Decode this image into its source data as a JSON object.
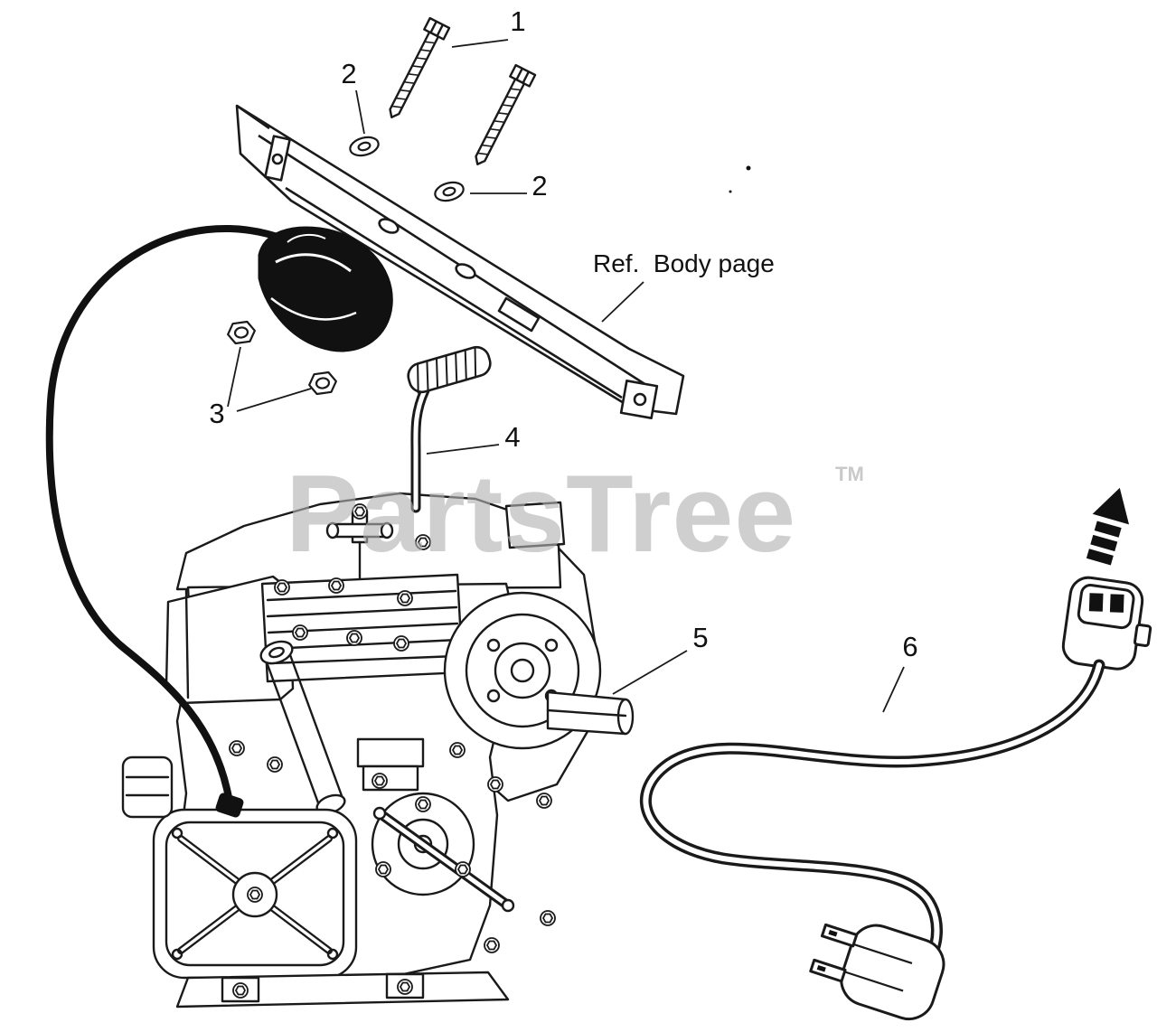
{
  "diagram": {
    "ref_label": "Ref.  Body page",
    "callouts": [
      {
        "id": "1"
      },
      {
        "id": "2"
      },
      {
        "id": "2"
      },
      {
        "id": "3"
      },
      {
        "id": "4"
      },
      {
        "id": "5"
      },
      {
        "id": "6"
      }
    ]
  },
  "watermark": {
    "text": "PartsTree",
    "tm": "TM"
  },
  "colors": {
    "line": "#1a1a1a",
    "watermark": "#b2b2b2",
    "background": "#ffffff"
  }
}
